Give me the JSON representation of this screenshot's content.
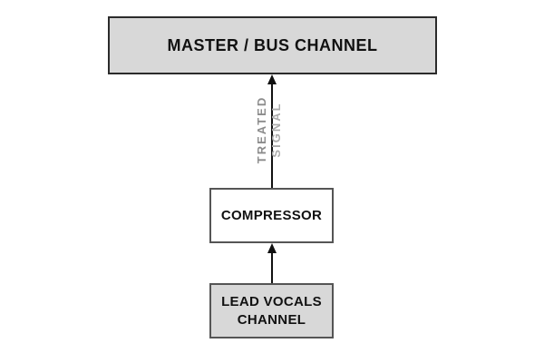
{
  "diagram": {
    "nodes": [
      {
        "id": "master-bus-channel",
        "label": "MASTER / BUS CHANNEL",
        "fill": "#d8d8d8"
      },
      {
        "id": "compressor",
        "label": "COMPRESSOR",
        "fill": "#ffffff"
      },
      {
        "id": "lead-vocals-channel",
        "label_line1": "LEAD VOCALS",
        "label_line2": "CHANNEL",
        "fill": "#d8d8d8"
      }
    ],
    "edges": [
      {
        "from": "lead-vocals-channel",
        "to": "compressor",
        "label": ""
      },
      {
        "from": "compressor",
        "to": "master-bus-channel",
        "label": "TREATED SIGNAL"
      }
    ],
    "edge_label": {
      "line1": "TREATED",
      "line2": "SIGNAL"
    }
  },
  "colors": {
    "background": "#ffffff",
    "box_fill_gray": "#d8d8d8",
    "box_fill_white": "#ffffff",
    "box_border_dark": "#2b2b2b",
    "box_border_mid": "#555555",
    "arrow": "#111111",
    "label_text": "#111111",
    "edge_label_line1": "#8c8c8c",
    "edge_label_line2": "#ababab"
  }
}
